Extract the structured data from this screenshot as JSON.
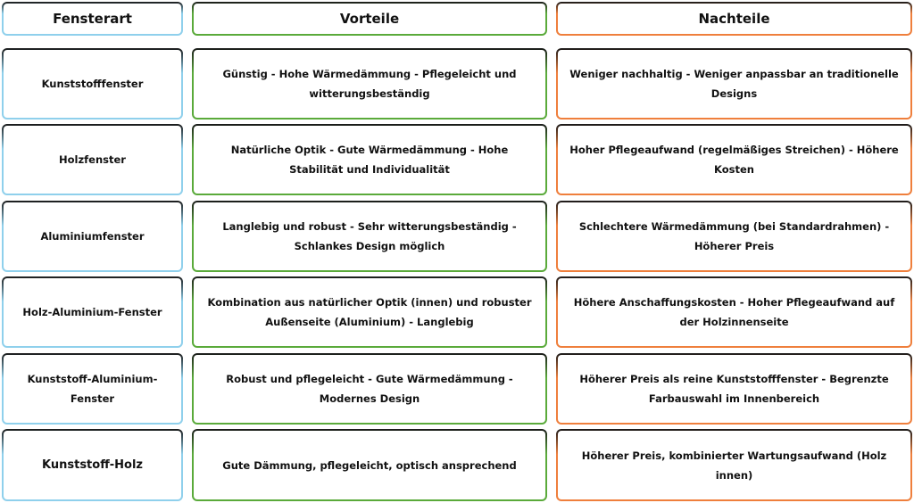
{
  "headers": [
    "Fensterart",
    "Vorteile",
    "Nachteile"
  ],
  "colors": {
    "col1": "#8fd0ec",
    "col2": "#5aaa3a",
    "col3": "#ef7f3c"
  },
  "rows": [
    {
      "type": "Kunststofffenster",
      "pros": "Günstig - Hohe Wärmedämmung - Pflegeleicht und witterungsbeständig",
      "cons": "Weniger nachhaltig - Weniger anpassbar an traditionelle Designs"
    },
    {
      "type": "Holzfenster",
      "pros": "Natürliche Optik - Gute Wärmedämmung - Hohe Stabilität und Individualität",
      "cons": "Hoher Pflegeaufwand (regelmäßiges Streichen) - Höhere Kosten"
    },
    {
      "type": "Aluminiumfenster",
      "pros": "Langlebig und robust - Sehr witterungsbeständig - Schlankes Design möglich",
      "cons": "Schlechtere Wärmedämmung (bei Standardrahmen) - Höherer Preis"
    },
    {
      "type": "Holz-Aluminium-Fenster",
      "pros": "Kombination aus natürlicher Optik (innen) und robuster Außenseite (Aluminium) - Langlebig",
      "cons": "Höhere Anschaffungskosten - Hoher Pflegeaufwand auf der Holzinnenseite"
    },
    {
      "type": "Kunststoff-Aluminium-Fenster",
      "pros": "Robust und pflegeleicht - Gute Wärmedämmung - Modernes Design",
      "cons": "Höherer Preis als reine Kunststofffenster - Begrenzte Farbauswahl im Innenbereich"
    },
    {
      "type": "Kunststoff-Holz",
      "pros": "Gute Dämmung, pflegeleicht, optisch ansprechend",
      "cons": "Höherer Preis, kombinierter Wartungsaufwand (Holz innen)"
    }
  ]
}
